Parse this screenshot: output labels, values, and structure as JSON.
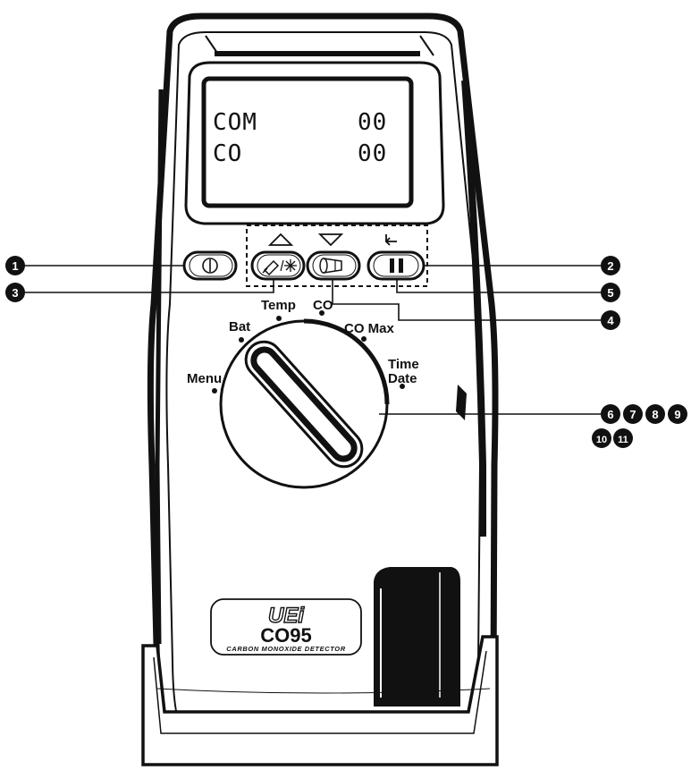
{
  "display": {
    "row1_label": "COM",
    "row1_value": "00",
    "row2_label": "CO",
    "row2_value": "00"
  },
  "buttons": {
    "power_symbol": "⏀",
    "light_print_symbol": "✎/✳",
    "flashlight_symbol": "⌷",
    "hold_symbol": "II",
    "up_arrow": "△",
    "down_arrow": "▽",
    "enter_symbol": "↲"
  },
  "dial": {
    "positions": [
      "Menu",
      "Bat",
      "Temp",
      "CO",
      "CO Max",
      "Time",
      "Date"
    ]
  },
  "callouts": [
    "1",
    "2",
    "3",
    "4",
    "5",
    "6",
    "7",
    "8",
    "9",
    "10",
    "11"
  ],
  "logo": {
    "brand": "UEi",
    "model": "CO95",
    "subtitle": "CARBON MONOXIDE DETECTOR"
  }
}
